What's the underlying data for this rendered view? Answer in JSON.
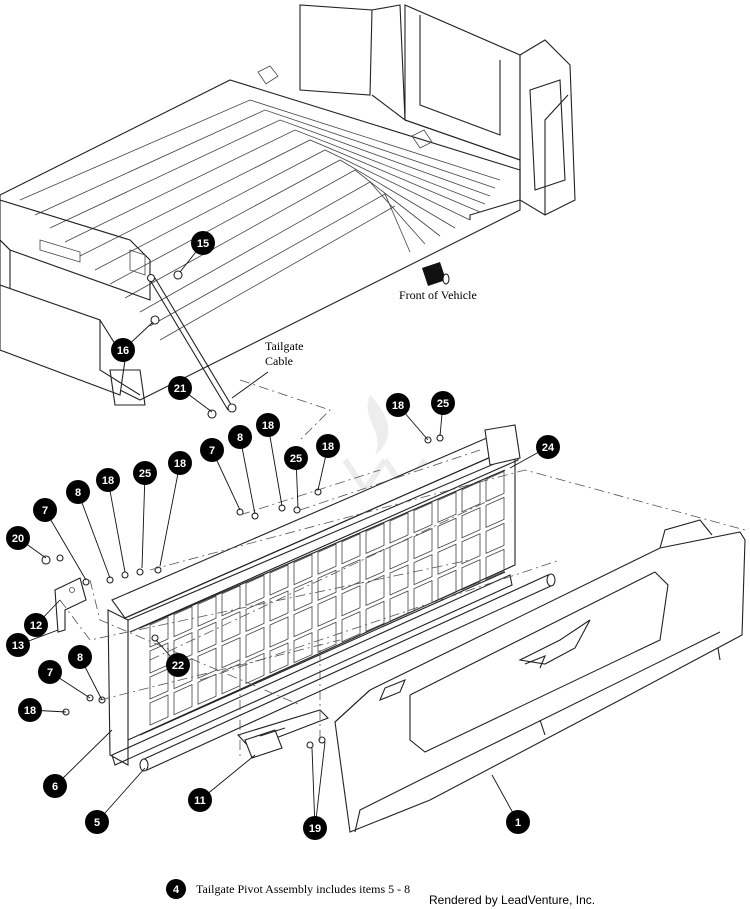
{
  "callouts": [
    "15",
    "16",
    "21",
    "18",
    "25",
    "24",
    "7",
    "8",
    "18",
    "25",
    "18",
    "8",
    "18",
    "25",
    "18",
    "7",
    "20",
    "12",
    "13",
    "22",
    "7",
    "8",
    "18",
    "6",
    "5",
    "11",
    "19",
    "1"
  ],
  "labels": {
    "front_of_vehicle": "Front of  Vehicle",
    "tailgate_cable_line1": "Tailgate",
    "tailgate_cable_line2": "Cable"
  },
  "footer": {
    "badge": "4",
    "note": "Tailgate Pivot  Assembly includes items 5 - 8",
    "credit": "Rendered by LeadVenture, Inc."
  },
  "colors": {
    "ink": "#000000",
    "paper": "#ffffff",
    "watermark": "#d8d8d8"
  }
}
